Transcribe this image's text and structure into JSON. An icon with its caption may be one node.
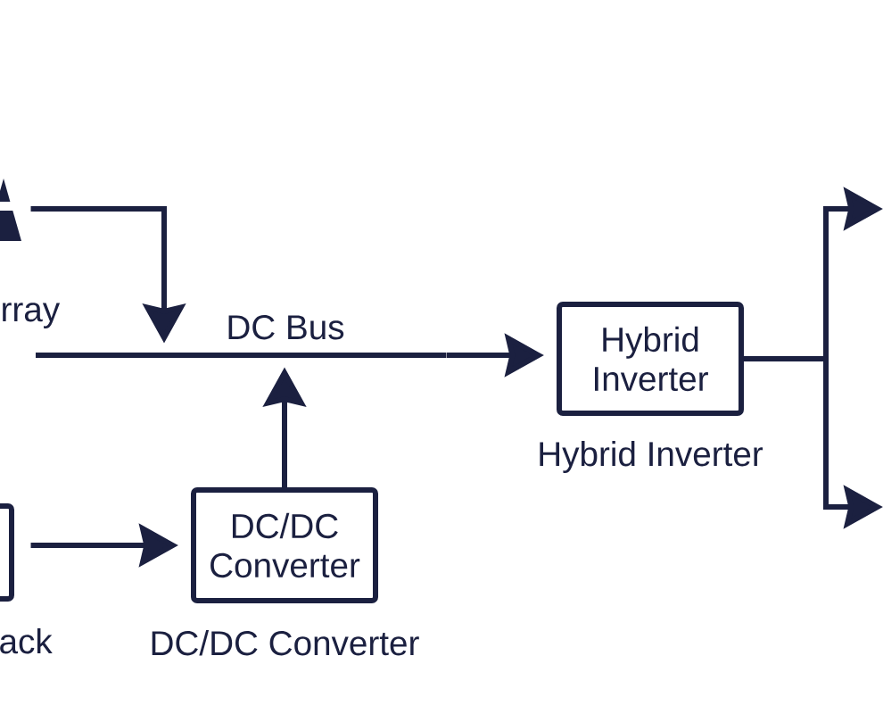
{
  "diagram": {
    "nodes": [
      {
        "text": [],
        "shape": "picture"
      },
      {
        "text": [
          "DC Bus"
        ]
      },
      {
        "text": [
          "Hybrid Inverter"
        ],
        "beside": [
          "Hybrid Inverter"
        ]
      },
      {
        "text": [],
        "shape": "box",
        "beside": [
          "ack"
        ]
      },
      {
        "text": [
          "DC/DC Converter"
        ],
        "beside": [
          "DC/DC Converter"
        ]
      }
    ],
    "edges": [
      {
        "from": 0,
        "to": 1,
        "arrow": "to"
      },
      {
        "from": 4,
        "to": 1,
        "arrow": "to"
      },
      {
        "from": 1,
        "to": 2,
        "arrow": "to"
      },
      {
        "from": 3,
        "to": 4,
        "arrow": "to"
      },
      {
        "from": 2,
        "to": null,
        "arrow": "to"
      },
      {
        "from": 2,
        "to": null,
        "arrow": "to"
      }
    ],
    "labels": [
      "rray"
    ]
  }
}
